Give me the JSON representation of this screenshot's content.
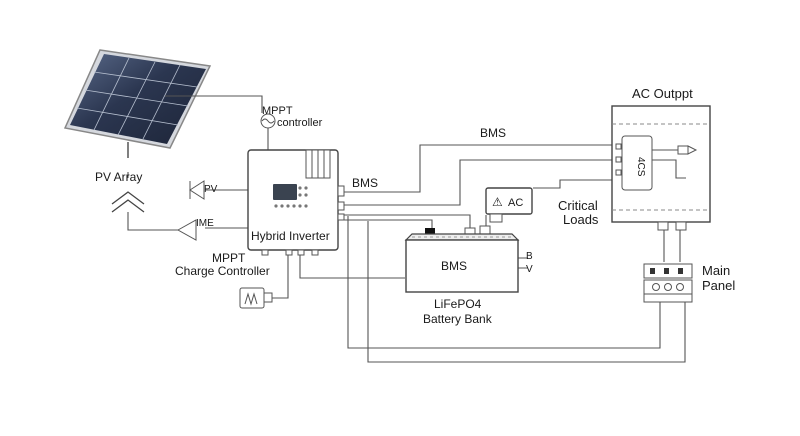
{
  "labels": {
    "pv_array": "PV Array",
    "mppt_top_line1": "MPPT",
    "mppt_top_line2": "controller",
    "pv_tag": "PV",
    "ime_tag": "IME",
    "hybrid_inverter": "Hybrid Inverter",
    "bms_left": "BMS",
    "bms_top": "BMS",
    "bms_battery": "BMS",
    "ac_box": "AC",
    "warning_glyph": "⚠",
    "critical_loads_line1": "Critical",
    "critical_loads_line2": "Loads",
    "ac_output": "AC Outppt",
    "acs_module": "4CS",
    "main_panel_line1": "Main",
    "main_panel_line2": "Panel",
    "mppt_charge_line1": "MPPT",
    "mppt_charge_line2": "Charge Controller",
    "battery_b": "B",
    "battery_v": "V",
    "battery_bank_line1": "LiFePO4",
    "battery_bank_line2": "Battery Bank"
  },
  "colors": {
    "line": "#555555",
    "panel_cell": "#2f3b55",
    "panel_frame": "#c9ccd2",
    "display": "#3a4350"
  }
}
